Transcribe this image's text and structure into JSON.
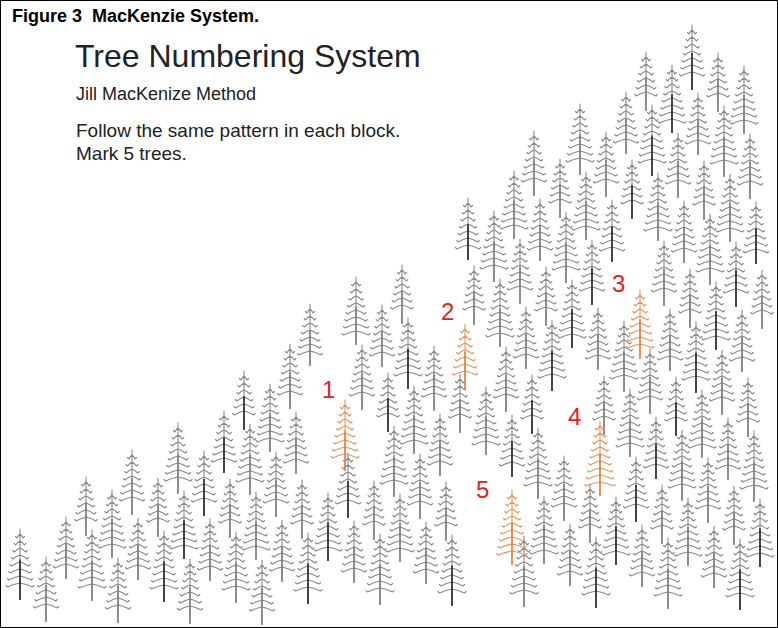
{
  "diagram": {
    "title": "Tree Numbering System",
    "caption": "Figure 3  MacKenzie System.",
    "labels": [
      "Jill MacKenize Method",
      "Follow the same pattern in each block. Mark 5 trees.",
      "1",
      "2",
      "3",
      "4",
      "5"
    ]
  }
}
